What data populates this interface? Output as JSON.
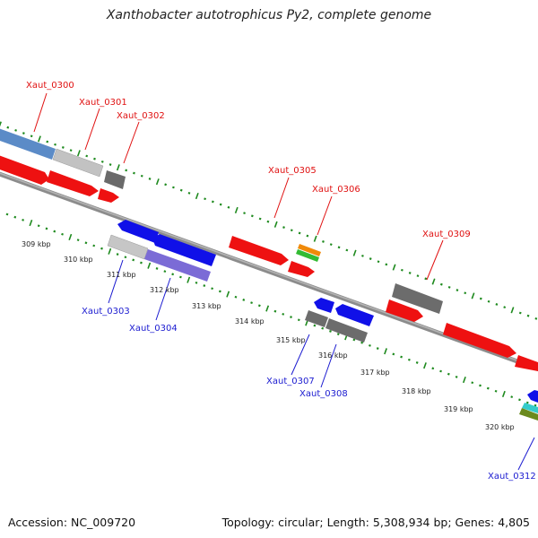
{
  "title": "Xanthobacter autotrophicus Py2, complete genome",
  "footer": {
    "accession": "Accession: NC_009720",
    "topology": "Topology: circular; Length: 5,308,934 bp; Genes: 4,805"
  },
  "colors": {
    "forward_label": "#e01010",
    "reverse_label": "#1a1ad0",
    "tick": "#1e8a1e",
    "backbone": "#8c8c8c"
  },
  "kbp_labels": [
    "309 kbp",
    "310 kbp",
    "311 kbp",
    "312 kbp",
    "313 kbp",
    "314 kbp",
    "315 kbp",
    "316 kbp",
    "317 kbp",
    "318 kbp",
    "319 kbp",
    "320 kbp"
  ],
  "forward_labels": [
    "Xaut_0300",
    "Xaut_0301",
    "Xaut_0302",
    "Xaut_0305",
    "Xaut_0306",
    "Xaut_0309"
  ],
  "reverse_labels": [
    "Xaut_0303",
    "Xaut_0304",
    "Xaut_0307",
    "Xaut_0308",
    "Xaut_0312"
  ]
}
